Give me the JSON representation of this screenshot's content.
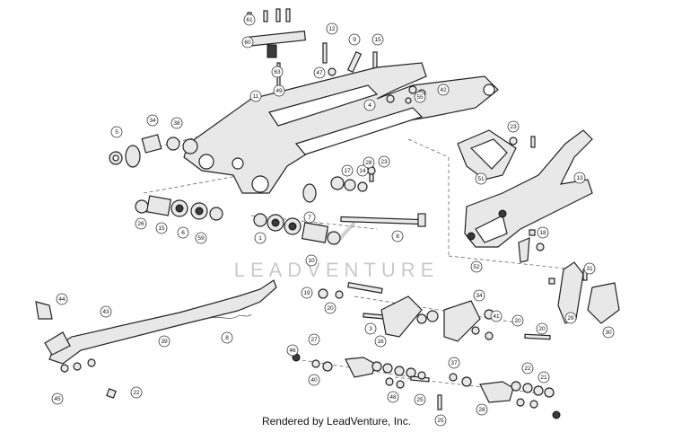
{
  "watermark": "LEADVENTURE",
  "footer": "Rendered by LeadVenture, Inc.",
  "callouts": [
    "61",
    "60",
    "12",
    "9",
    "15",
    "63",
    "47",
    "49",
    "11",
    "55",
    "42",
    "4",
    "5",
    "34",
    "38",
    "23",
    "51",
    "13",
    "17",
    "14",
    "23",
    "28",
    "26",
    "15",
    "6",
    "59",
    "7",
    "8",
    "1",
    "10",
    "44",
    "43",
    "19",
    "20",
    "3",
    "16",
    "34",
    "41",
    "20",
    "20",
    "39",
    "8",
    "46",
    "27",
    "40",
    "22",
    "45",
    "48",
    "25",
    "37",
    "21",
    "22",
    "28",
    "25",
    "31",
    "30",
    "29",
    "18",
    "52"
  ]
}
